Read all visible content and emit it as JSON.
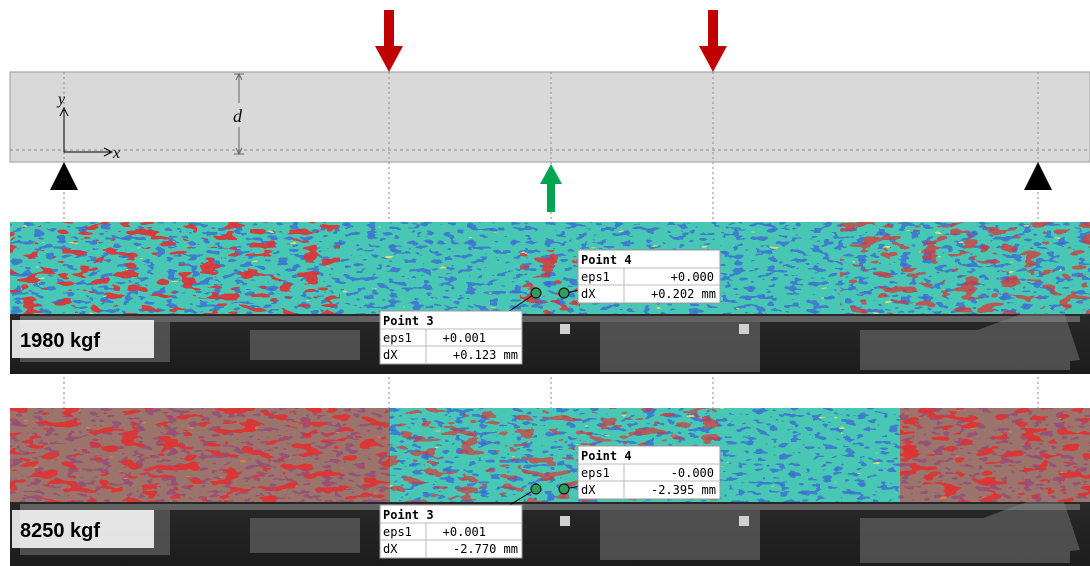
{
  "diagram": {
    "axis_y_label": "y",
    "axis_x_label": "x",
    "depth_label": "d",
    "panels": [
      {
        "load_label": "1980 kgf",
        "points": [
          {
            "title": "Point 3",
            "eps1_label": "eps1",
            "eps1_value": "+0.001",
            "dx_label": "dX",
            "dx_value": "+0.123 mm"
          },
          {
            "title": "Point 4",
            "eps1_label": "eps1",
            "eps1_value": "+0.000",
            "dx_label": "dX",
            "dx_value": "+0.202 mm"
          }
        ]
      },
      {
        "load_label": "8250 kgf",
        "points": [
          {
            "title": "Point 3",
            "eps1_label": "eps1",
            "eps1_value": "+0.001",
            "dx_label": "dX",
            "dx_value": "-2.770 mm"
          },
          {
            "title": "Point 4",
            "eps1_label": "eps1",
            "eps1_value": "-0.000",
            "dx_label": "dX",
            "dx_value": "-2.395 mm"
          }
        ]
      }
    ],
    "colors": {
      "load_arrow": "#c00000",
      "reaction_arrow": "#00a651",
      "support": "#000000",
      "beam_fill": "#d9d9d9",
      "strain_high": "#e03030",
      "strain_mid": "#f2e35a",
      "strain_low": "#3b78d8",
      "point_marker": "#2e9e5a"
    }
  }
}
